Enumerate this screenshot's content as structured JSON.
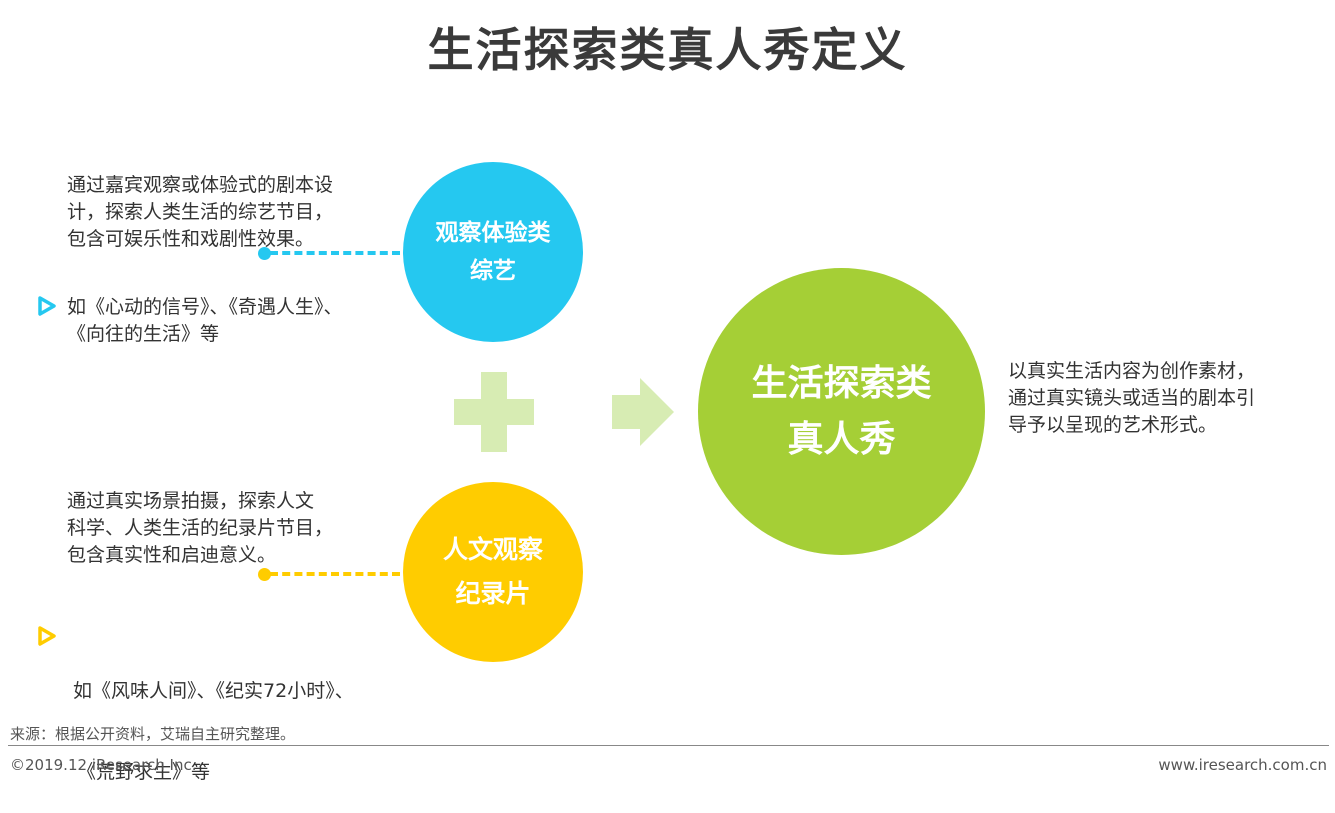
{
  "title": "生活探索类真人秀定义",
  "top_group": {
    "description": [
      "通过嘉宾观察或体验式的剧本设",
      "计，探索人类生活的综艺节目，",
      "包含可娱乐性和戏剧性效果。"
    ],
    "examples": [
      "如《心动的信号》、《奇遇人生》、",
      "《向往的生活》等"
    ],
    "circle": [
      "观察体验类",
      "综艺"
    ]
  },
  "bottom_group": {
    "description": [
      "通过真实场景拍摄，探索人文",
      "科学、人类生活的纪录片节目，",
      "包含真实性和启迪意义。"
    ],
    "examples": [
      " 如《风味人间》、《纪实72小时》、",
      "《荒野求生》等"
    ],
    "circle": [
      "人文观察",
      "纪录片"
    ]
  },
  "result": {
    "circle": [
      "生活探索类",
      "真人秀"
    ],
    "description": [
      "以真实生活内容为创作素材，",
      "通过真实镜头或适当的剧本引",
      "导予以呈现的艺术形式。"
    ]
  },
  "colors": {
    "blue": "#25c8f0",
    "yellow": "#ffcc00",
    "green": "#a5cf36",
    "light_green": "#d7ecb3"
  },
  "icons": {
    "plus": "plus-icon",
    "arrow": "arrow-right-icon",
    "bullet": "play-triangle-icon"
  },
  "footer": {
    "source": "来源：根据公开资料，艾瑞自主研究整理。",
    "copyright": "©2019.12 iResearch Inc.",
    "website": "www.iresearch.com.cn"
  }
}
